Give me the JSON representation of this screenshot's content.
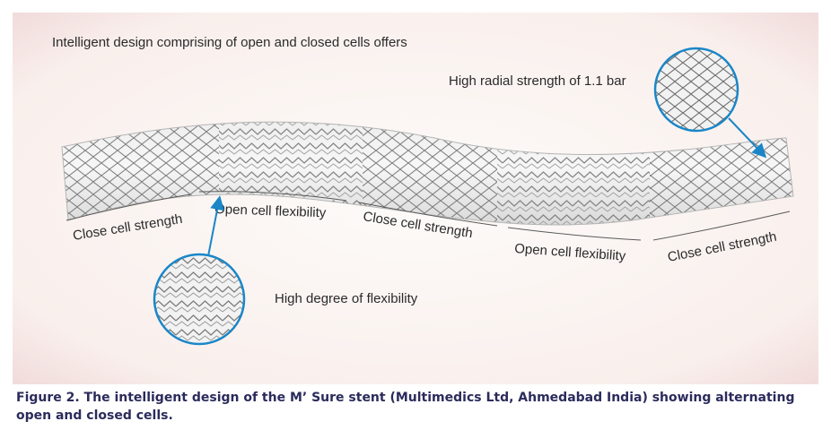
{
  "figure": {
    "title": "Intelligent design comprising of open and closed cells offers",
    "callouts": {
      "radial": "High radial strength of 1.1 bar",
      "flexibility": "High degree of flexibility"
    },
    "segments": [
      "Close cell strength",
      "Open cell flexibility",
      "Close cell strength",
      "Open cell flexibility",
      "Close cell strength"
    ],
    "caption": "Figure 2. The intelligent design of the M’ Sure stent (Multimedics Ltd, Ahmedabad India) showing alternating open and closed cells.",
    "colors": {
      "callout_circle": "#1a86c8",
      "arrow": "#1a86c8",
      "panel_bg": "#fbf6f3",
      "panel_border": "#f0dcdc",
      "caption": "#2b2b5c"
    }
  }
}
